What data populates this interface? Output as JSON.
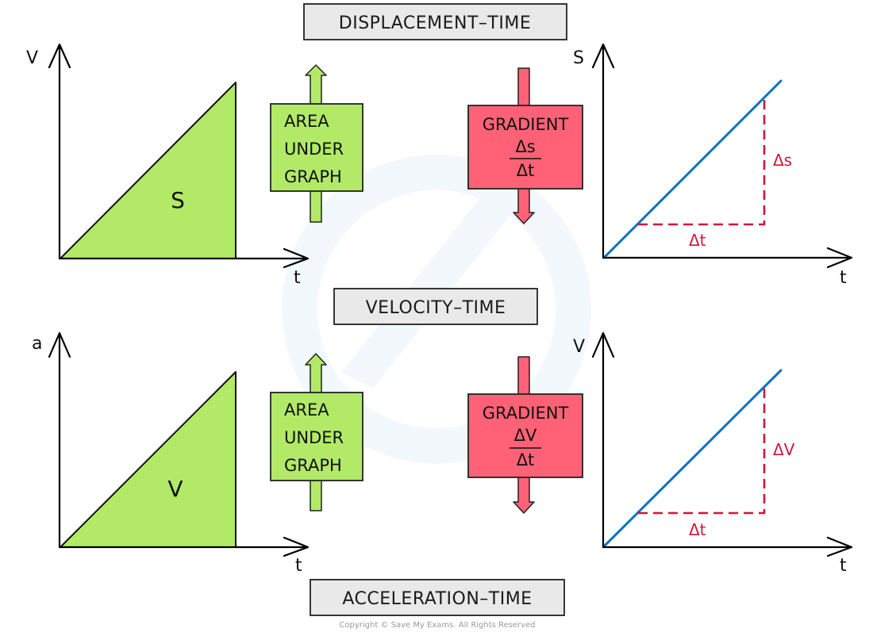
{
  "colors": {
    "green": "#b2ea68",
    "red": "#ff6276",
    "blue_line": "#0b72c2",
    "dash_red": "#d1163a",
    "title_bg": "#e9e9e9"
  },
  "titles": {
    "top": "DISPLACEMENT–TIME",
    "middle": "VELOCITY–TIME",
    "bottom": "ACCELERATION–TIME"
  },
  "row1": {
    "left_graph": {
      "y_label": "V",
      "x_label": "t",
      "area_label": "S"
    },
    "area_box": {
      "lines": [
        "AREA",
        "UNDER",
        "GRAPH"
      ],
      "arrow_direction": "up"
    },
    "gradient_box": {
      "title": "GRADIENT",
      "numerator": "Δs",
      "denominator": "Δt",
      "arrow_direction": "down"
    },
    "right_graph": {
      "y_label": "S",
      "x_label": "t",
      "rise_label": "Δs",
      "run_label": "Δt"
    }
  },
  "row2": {
    "left_graph": {
      "y_label": "a",
      "x_label": "t",
      "area_label": "V"
    },
    "area_box": {
      "lines": [
        "AREA",
        "UNDER",
        "GRAPH"
      ],
      "arrow_direction": "up"
    },
    "gradient_box": {
      "title": "GRADIENT",
      "numerator": "ΔV",
      "denominator": "Δt",
      "arrow_direction": "down"
    },
    "right_graph": {
      "y_label": "V",
      "x_label": "t",
      "rise_label": "ΔV",
      "run_label": "Δt"
    }
  },
  "footer": {
    "copyright": "Copyright © Save My Exams. All Rights Reserved"
  }
}
